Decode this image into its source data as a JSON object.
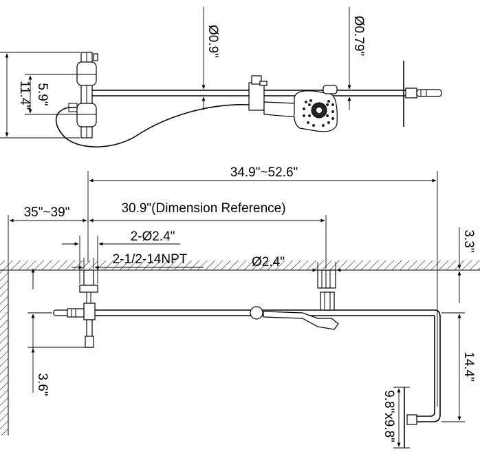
{
  "labels": {
    "diam_0_9": "Ø0.9\"",
    "diam_0_79": "Ø0.79\"",
    "height_11_4": "11.4\"",
    "height_5_9": "5.9\"",
    "length_34_9_52_6": "34.9\"~52.6\"",
    "length_35_39": "35\"~39\"",
    "length_30_9_ref": "30.9\"(Dimension Reference)",
    "diam_2_x_2_4": "2-Ø2.4\"",
    "thread_npt": "2-1/2-14NPT",
    "diam_2_4": "Ø2.4\"",
    "height_3_3": "3.3\"",
    "height_3_6": "3.6\"",
    "height_14_4": "14.4\"",
    "size_9_8x9_8": "9.8\"x9.8\""
  },
  "colors": {
    "line": "#000000",
    "background": "#ffffff"
  }
}
